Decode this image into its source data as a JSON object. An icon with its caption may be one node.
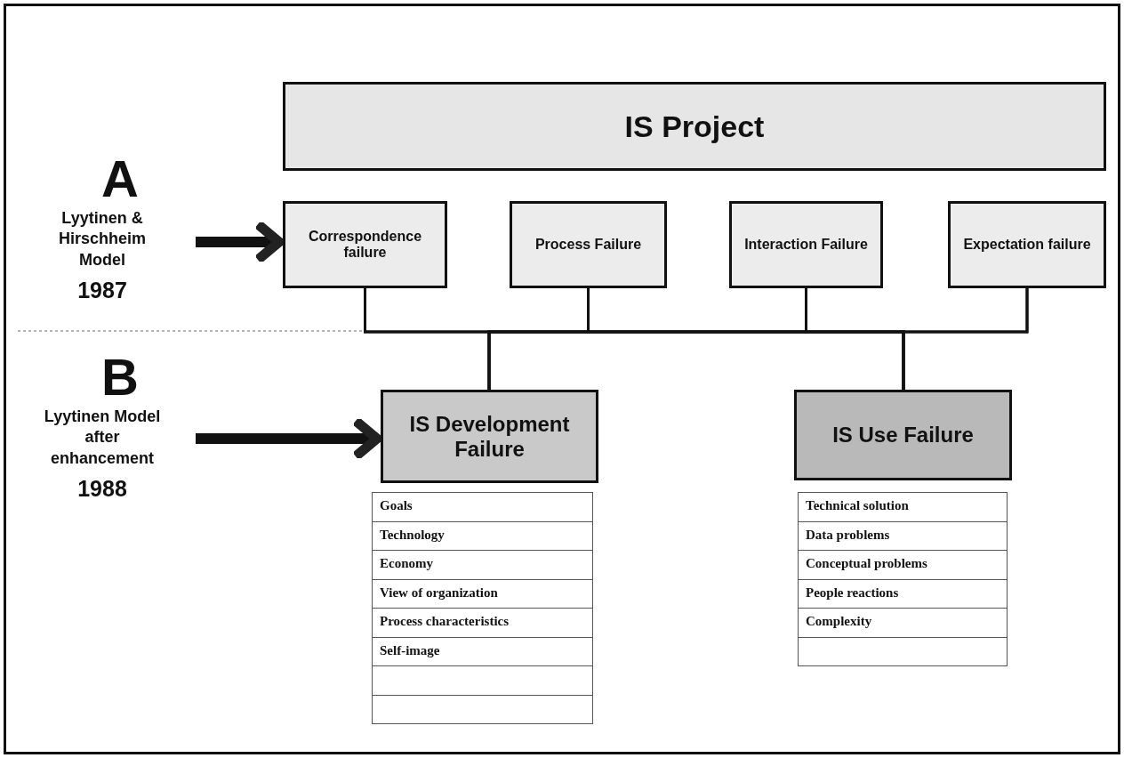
{
  "diagram": {
    "nodes": [
      {
        "text": [
          "IS Project"
        ]
      },
      {
        "text": [
          "Correspondence failure"
        ]
      },
      {
        "text": [
          "Process Failure"
        ]
      },
      {
        "text": [
          "Interaction Failure"
        ]
      },
      {
        "text": [
          "Expectation failure"
        ]
      },
      {
        "text": [
          "IS Development Failure"
        ]
      },
      {
        "text": [
          "IS Use Failure"
        ]
      },
      {
        "text": [
          "A",
          "Lyytinen & Hirschheim Model",
          "1987"
        ]
      },
      {
        "text": [
          "B",
          "Lyytinen Model after enhancement",
          "1988"
        ]
      }
    ],
    "edges": [
      {
        "from": 7,
        "to": 1,
        "arrow": "to",
        "style": "thick"
      },
      {
        "from": 8,
        "to": 5,
        "arrow": "to",
        "style": "thick"
      },
      {
        "from": 1,
        "to": 5,
        "arrow": "none"
      },
      {
        "from": 1,
        "to": 6,
        "arrow": "none"
      },
      {
        "from": 2,
        "to": 5,
        "arrow": "none"
      },
      {
        "from": 2,
        "to": 6,
        "arrow": "none"
      },
      {
        "from": 3,
        "to": 5,
        "arrow": "none"
      },
      {
        "from": 3,
        "to": 6,
        "arrow": "none"
      },
      {
        "from": 4,
        "to": 5,
        "arrow": "none"
      },
      {
        "from": 4,
        "to": 6,
        "arrow": "none"
      }
    ],
    "labels": [
      "Goals",
      "Technology",
      "Economy",
      "View of organization",
      "Process characteristics",
      "Self-image",
      "Technical solution",
      "Data problems",
      "Conceptual problems",
      "People reactions",
      "Complexity"
    ]
  }
}
